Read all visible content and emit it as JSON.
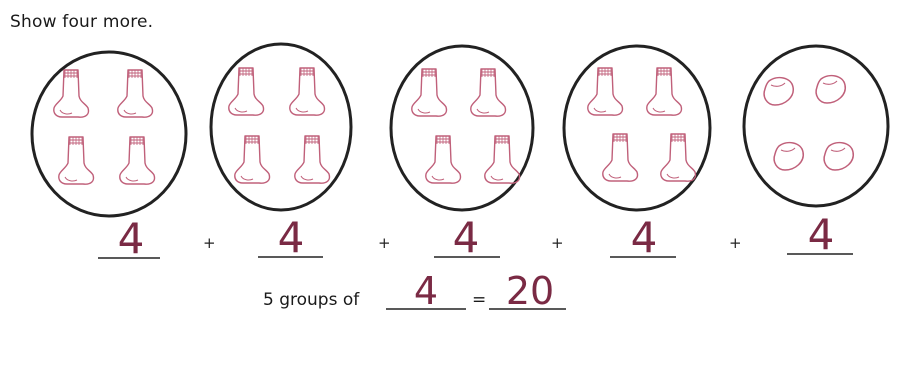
{
  "worksheet": {
    "instruction": "Show four more.",
    "item_color": "#c0607a",
    "ink_color": "#7a2a44",
    "circle_color": "#222222",
    "groups": [
      {
        "drawing": "socks",
        "item_count": 4,
        "written_number": "4"
      },
      {
        "drawing": "socks",
        "item_count": 4,
        "written_number": "4"
      },
      {
        "drawing": "socks",
        "item_count": 4,
        "written_number": "4"
      },
      {
        "drawing": "socks",
        "item_count": 4,
        "written_number": "4"
      },
      {
        "drawing": "hand-drawn-shapes",
        "item_count": 4,
        "written_number": "4"
      }
    ],
    "plus_sign": "+",
    "equation": {
      "label": "5 groups of",
      "group_size": "4",
      "equals": "=",
      "total": "20"
    }
  }
}
